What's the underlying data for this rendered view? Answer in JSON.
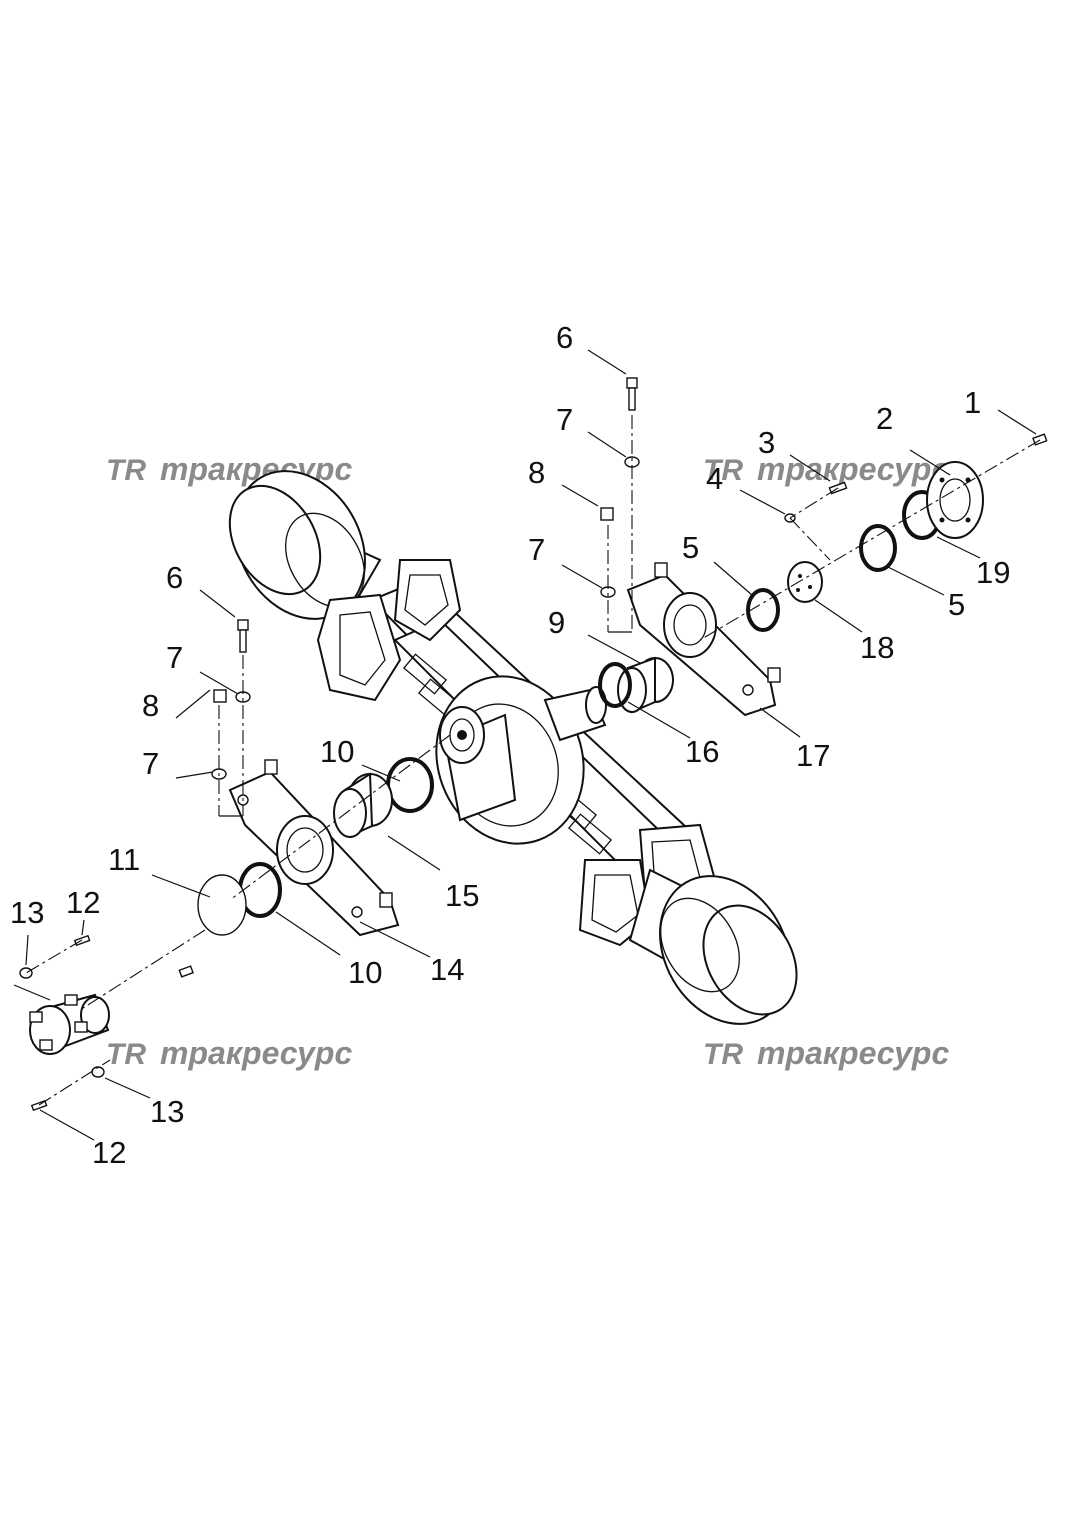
{
  "watermark": {
    "logo": "TR",
    "text": "тракресурс"
  },
  "callouts": {
    "c1": "1",
    "c2": "2",
    "c3": "3",
    "c4": "4",
    "c5a": "5",
    "c5b": "5",
    "c6a": "6",
    "c6b": "6",
    "c7a": "7",
    "c7b": "7",
    "c7c": "7",
    "c7d": "7",
    "c8a": "8",
    "c8b": "8",
    "c9": "9",
    "c10a": "10",
    "c10b": "10",
    "c11": "11",
    "c12a": "12",
    "c12b": "12",
    "c13a": "13",
    "c13b": "13",
    "c14": "14",
    "c15": "15",
    "c16": "16",
    "c17": "17",
    "c18": "18",
    "c19": "19"
  }
}
